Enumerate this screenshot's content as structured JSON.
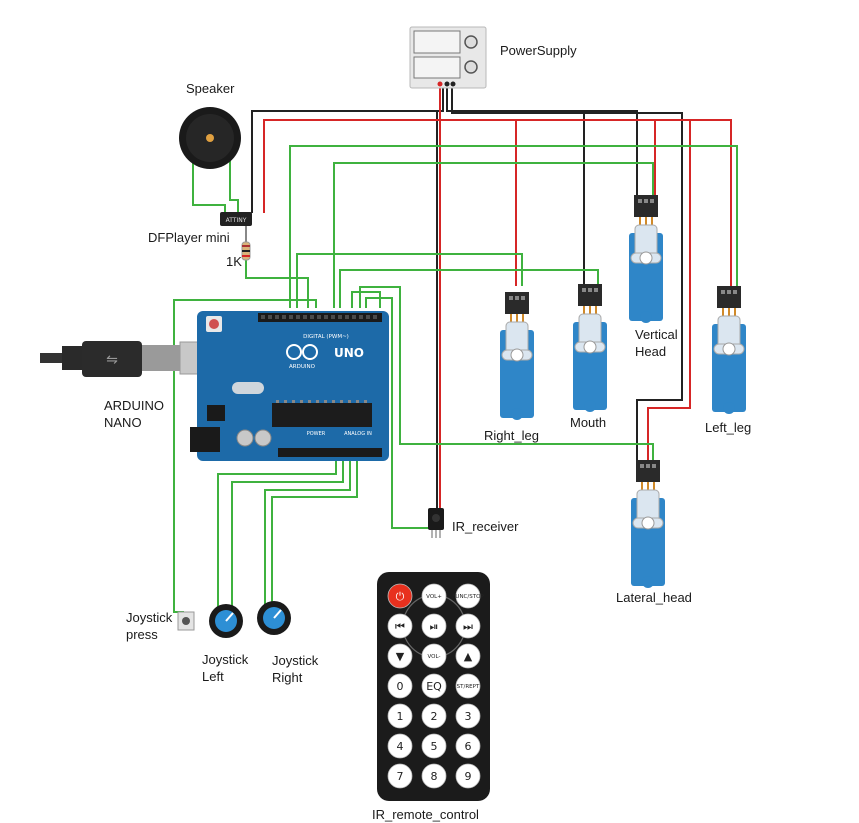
{
  "labels": {
    "power_supply": "PowerSupply",
    "speaker": "Speaker",
    "dfplayer": "DFPlayer mini",
    "resistor": "1K",
    "arduino_line1": "ARDUINO",
    "arduino_line2": "NANO",
    "right_leg": "Right_leg",
    "mouth": "Mouth",
    "vertical_head_line1": "Vertical",
    "vertical_head_line2": "Head",
    "left_leg": "Left_leg",
    "lateral_head": "Lateral_head",
    "ir_receiver": "IR_receiver",
    "joystick_press_line1": "Joystick",
    "joystick_press_line2": "press",
    "joystick_left_line1": "Joystick",
    "joystick_left_line2": "Left",
    "joystick_right_line1": "Joystick",
    "joystick_right_line2": "Right",
    "ir_remote": "IR_remote_control"
  },
  "board": {
    "chip_label": "ATTINY",
    "logo": "UNO",
    "brand": "ARDUINO",
    "digital_header": "DIGITAL (PWM~)",
    "power_header": "POWER",
    "analog_header": "ANALOG IN"
  },
  "remote_buttons": [
    "",
    "VOL+",
    "FUNC/STOP",
    "",
    "",
    "",
    "",
    "VOL-",
    "",
    "0",
    "EQ",
    "ST/REPT",
    "1",
    "2",
    "3",
    "4",
    "5",
    "6",
    "7",
    "8",
    "9"
  ],
  "colors": {
    "wire_green": "#3fb23f",
    "wire_red": "#d62626",
    "wire_black": "#222222",
    "servo_blue": "#2f86c8",
    "board_blue": "#1d6aa8",
    "remote_body": "#1b1b1b",
    "power_button": "#e8301e"
  }
}
